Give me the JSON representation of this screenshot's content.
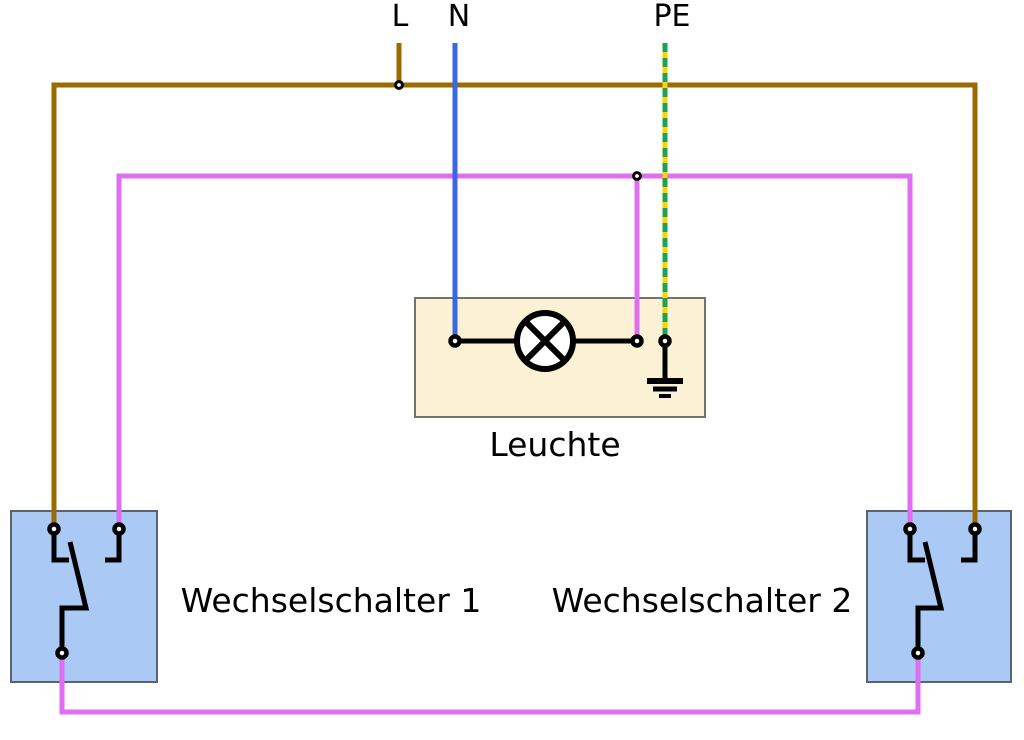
{
  "labels": {
    "line": "L",
    "neutral": "N",
    "pe": "PE",
    "lamp": "Leuchte",
    "switch1": "Wechselschalter 1",
    "switch2": "Wechselschalter 2"
  },
  "colors": {
    "line_wire_brown": "#9A6B00",
    "neutral_wire_blue": "#3A67E4",
    "switched_wire_violet": "#DF6EF2",
    "pe_wire_yellow": "#FFD400",
    "pe_wire_green_dash": "#22A052",
    "switch_box_fill": "#AACAF5",
    "switch_box_border": "#5A6470",
    "lamp_box_fill": "#FBF2D5",
    "lamp_box_border": "#73736B",
    "symbol_black": "#000000",
    "background": "#FFFFFF"
  }
}
